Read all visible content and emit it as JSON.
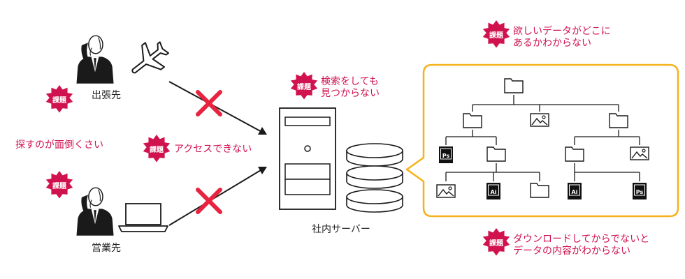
{
  "colors": {
    "accent": "#d0124f",
    "cross": "#e8233f",
    "panel_border": "#f5b21b",
    "line": "#1a1a1a"
  },
  "badge_label": "課題",
  "locations": {
    "trip": "出張先",
    "sales": "営業先"
  },
  "server": {
    "label": "社内サーバー"
  },
  "issues": {
    "search_hard": "探すのが面倒くさい",
    "no_access": "アクセスできない",
    "not_found_line1": "検索をしても",
    "not_found_line2": "見つからない",
    "unknown_location_line1": "欲しいデータがどこに",
    "unknown_location_line2": "あるかわからない",
    "download_line1": "ダウンロードしてからでないと",
    "download_line2": "データの内容がわからない"
  },
  "file_types": {
    "photoshop": "Ps",
    "illustrator": "Ai"
  }
}
